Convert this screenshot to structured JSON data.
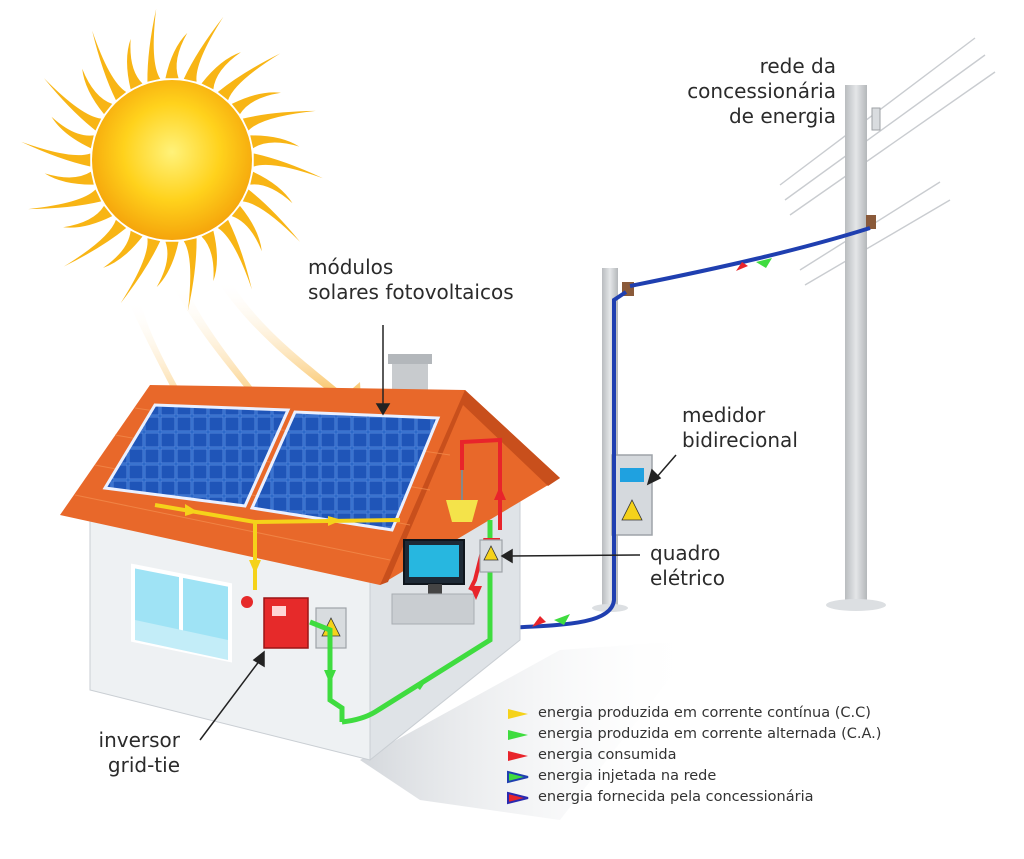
{
  "labels": {
    "grid": [
      "rede da",
      "concessionária",
      "de energia"
    ],
    "modules": [
      "módulos",
      "solares fotovoltaicos"
    ],
    "meter": [
      "medidor",
      "bidirecional"
    ],
    "panel": [
      "quadro",
      "elétrico"
    ],
    "inverter": [
      "inversor",
      "grid-tie"
    ]
  },
  "legend": [
    {
      "text": "energia produzida em corrente contínua (C.C)",
      "color": "#f5d21a",
      "stroke": "#f5d21a"
    },
    {
      "text": "energia produzida em corrente alternada (C.A.)",
      "color": "#3fdc3f",
      "stroke": "#3fdc3f"
    },
    {
      "text": "energia consumida",
      "color": "#e8242b",
      "stroke": "#e8242b"
    },
    {
      "text": "energia injetada na rede",
      "color": "#3fdc3f",
      "stroke": "#1f3fb0"
    },
    {
      "text": "energia fornecida pela concessionária",
      "color": "#e8242b",
      "stroke": "#2a2ab0"
    }
  ],
  "colors": {
    "sun": "#fcb813",
    "roof": "#e8682a",
    "panel": "#1f55b8",
    "wall": "#e8ecef",
    "dc_line": "#f5d21a",
    "ac_line": "#3fdc3f",
    "consumed_line": "#e8242b",
    "grid_line": "#1f3fb0"
  },
  "icons": {
    "sun": "sun-icon",
    "house": "house-icon",
    "solar_panel": "solar-panel-icon",
    "inverter": "inverter-icon",
    "electrical_panel": "electrical-panel-icon",
    "meter": "meter-icon",
    "utility_pole": "utility-pole-icon",
    "lamp": "lamp-icon",
    "monitor": "monitor-icon"
  }
}
